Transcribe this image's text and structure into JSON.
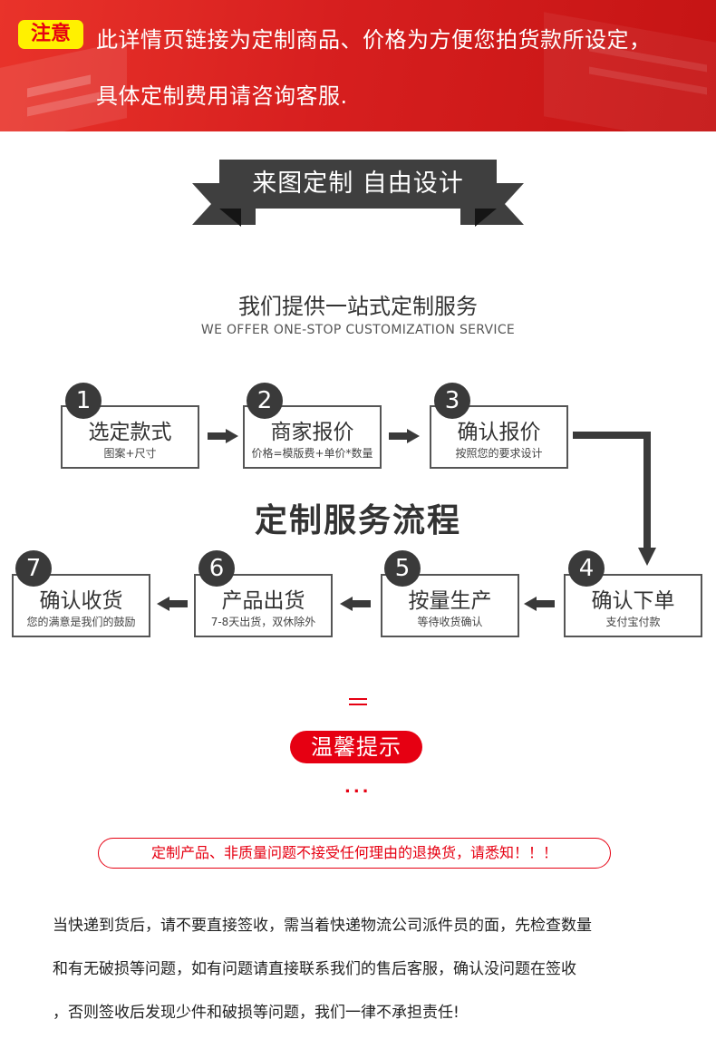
{
  "notice": {
    "tag": "注意",
    "line1": "此详情页链接为定制商品、价格为方便您拍货款所设定，",
    "line2": "具体定制费用请咨询客服."
  },
  "ribbon": {
    "title": "来图定制 自由设计"
  },
  "service": {
    "title": "我们提供一站式定制服务",
    "subtitle_en": "WE OFFER ONE-STOP CUSTOMIZATION SERVICE"
  },
  "flow_title": "定制服务流程",
  "steps": [
    {
      "num": "1",
      "title": "选定款式",
      "desc": "图案+尺寸"
    },
    {
      "num": "2",
      "title": "商家报价",
      "desc": "价格=模版费+单价*数量"
    },
    {
      "num": "3",
      "title": "确认报价",
      "desc": "按照您的要求设计"
    },
    {
      "num": "4",
      "title": "确认下单",
      "desc": "支付宝付款"
    },
    {
      "num": "5",
      "title": "按量生产",
      "desc": "等待收货确认"
    },
    {
      "num": "6",
      "title": "产品出货",
      "desc": "7-8天出货，双休除外"
    },
    {
      "num": "7",
      "title": "确认收货",
      "desc": "您的满意是我们的鼓励"
    }
  ],
  "tips": {
    "title": "温馨提示",
    "dots": "...",
    "warning": "定制产品、非质量问题不接受任何理由的退换货，请悉知！！！",
    "lines": [
      "当快递到货后，请不要直接签收，需当着快递物流公司派件员的面，先检查数量",
      "和有无破损等问题，如有问题请直接联系我们的售后客服，确认没问题在签收",
      "，否则签收后发现少件和破损等问题，我们一律不承担责任!"
    ]
  },
  "colors": {
    "accent": "#e60012",
    "tag_bg": "#fff100",
    "dark": "#3a3a3a"
  }
}
